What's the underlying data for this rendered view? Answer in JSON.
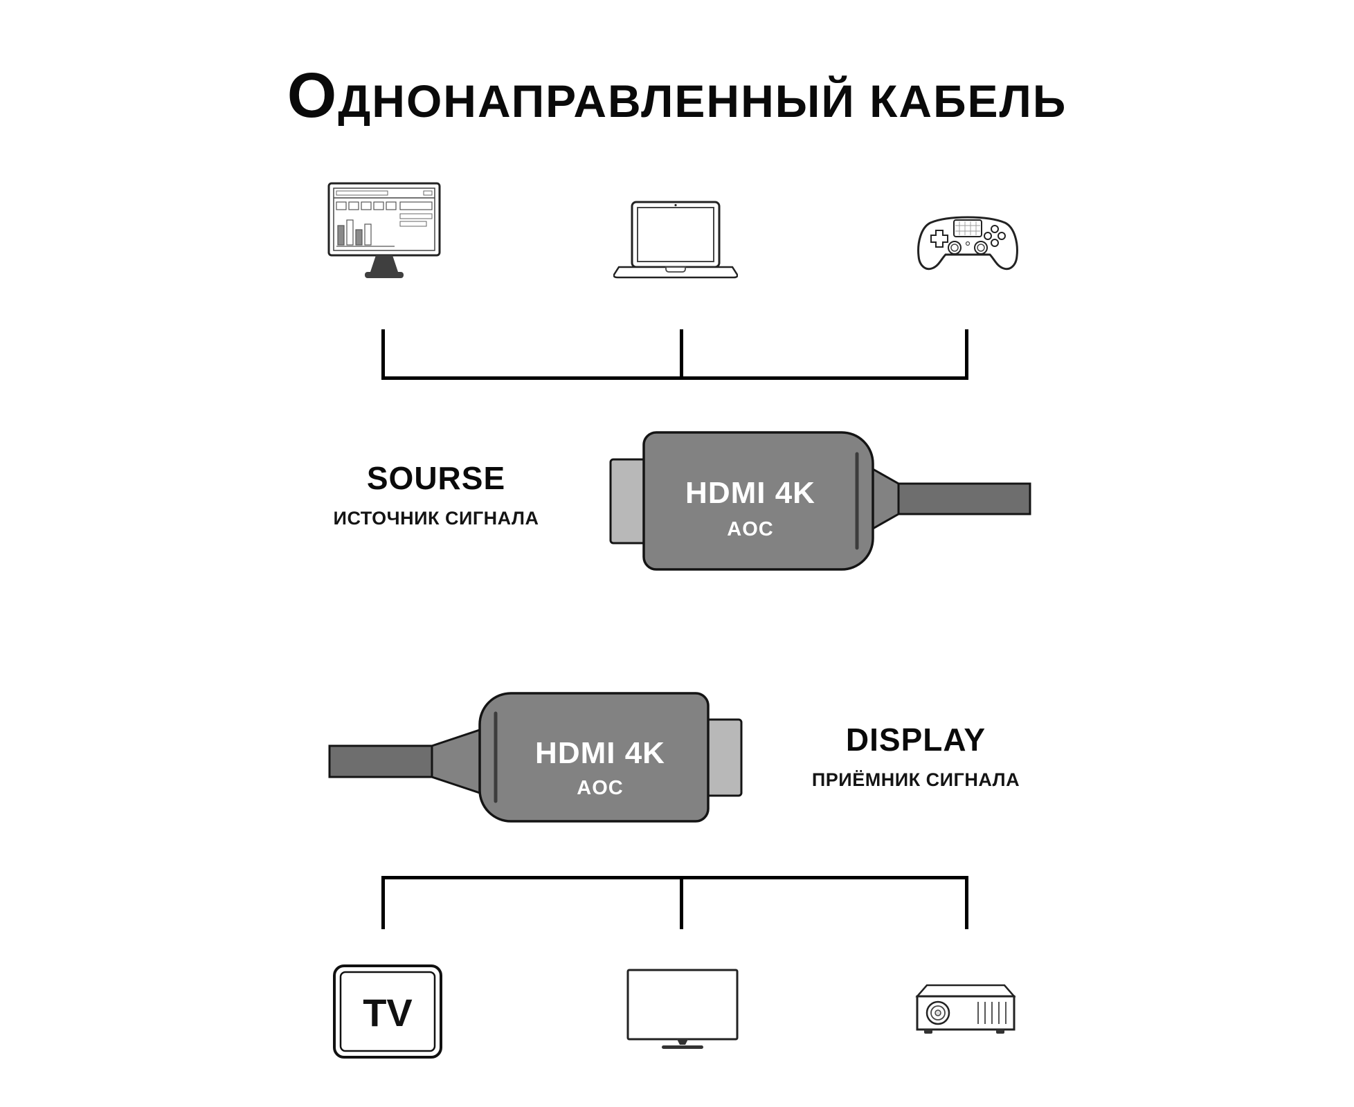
{
  "title": {
    "initial": "О",
    "rest": "ДНОНАПРАВЛЕННЫЙ КАБЕЛЬ"
  },
  "connector": {
    "line1": "HDMI 4K",
    "line2": "AOC"
  },
  "source": {
    "label": "SOURSE",
    "sublabel": "ИСТОЧНИК СИГНАЛА",
    "devices": [
      "desktop-pc",
      "laptop",
      "game-controller"
    ]
  },
  "display": {
    "label": "DISPLAY",
    "sublabel": "ПРИЁМНИК СИГНАЛА",
    "devices": [
      "tv",
      "tv-monitor",
      "projector"
    ]
  },
  "tv_label": "TV",
  "colors": {
    "connector_body": "#828282",
    "connector_plug": "#b8b8b8",
    "cable": "#6e6e6e",
    "outline": "#141414",
    "connector_text": "#ffffff",
    "line": "#000000",
    "background": "#ffffff",
    "text": "#000000"
  }
}
